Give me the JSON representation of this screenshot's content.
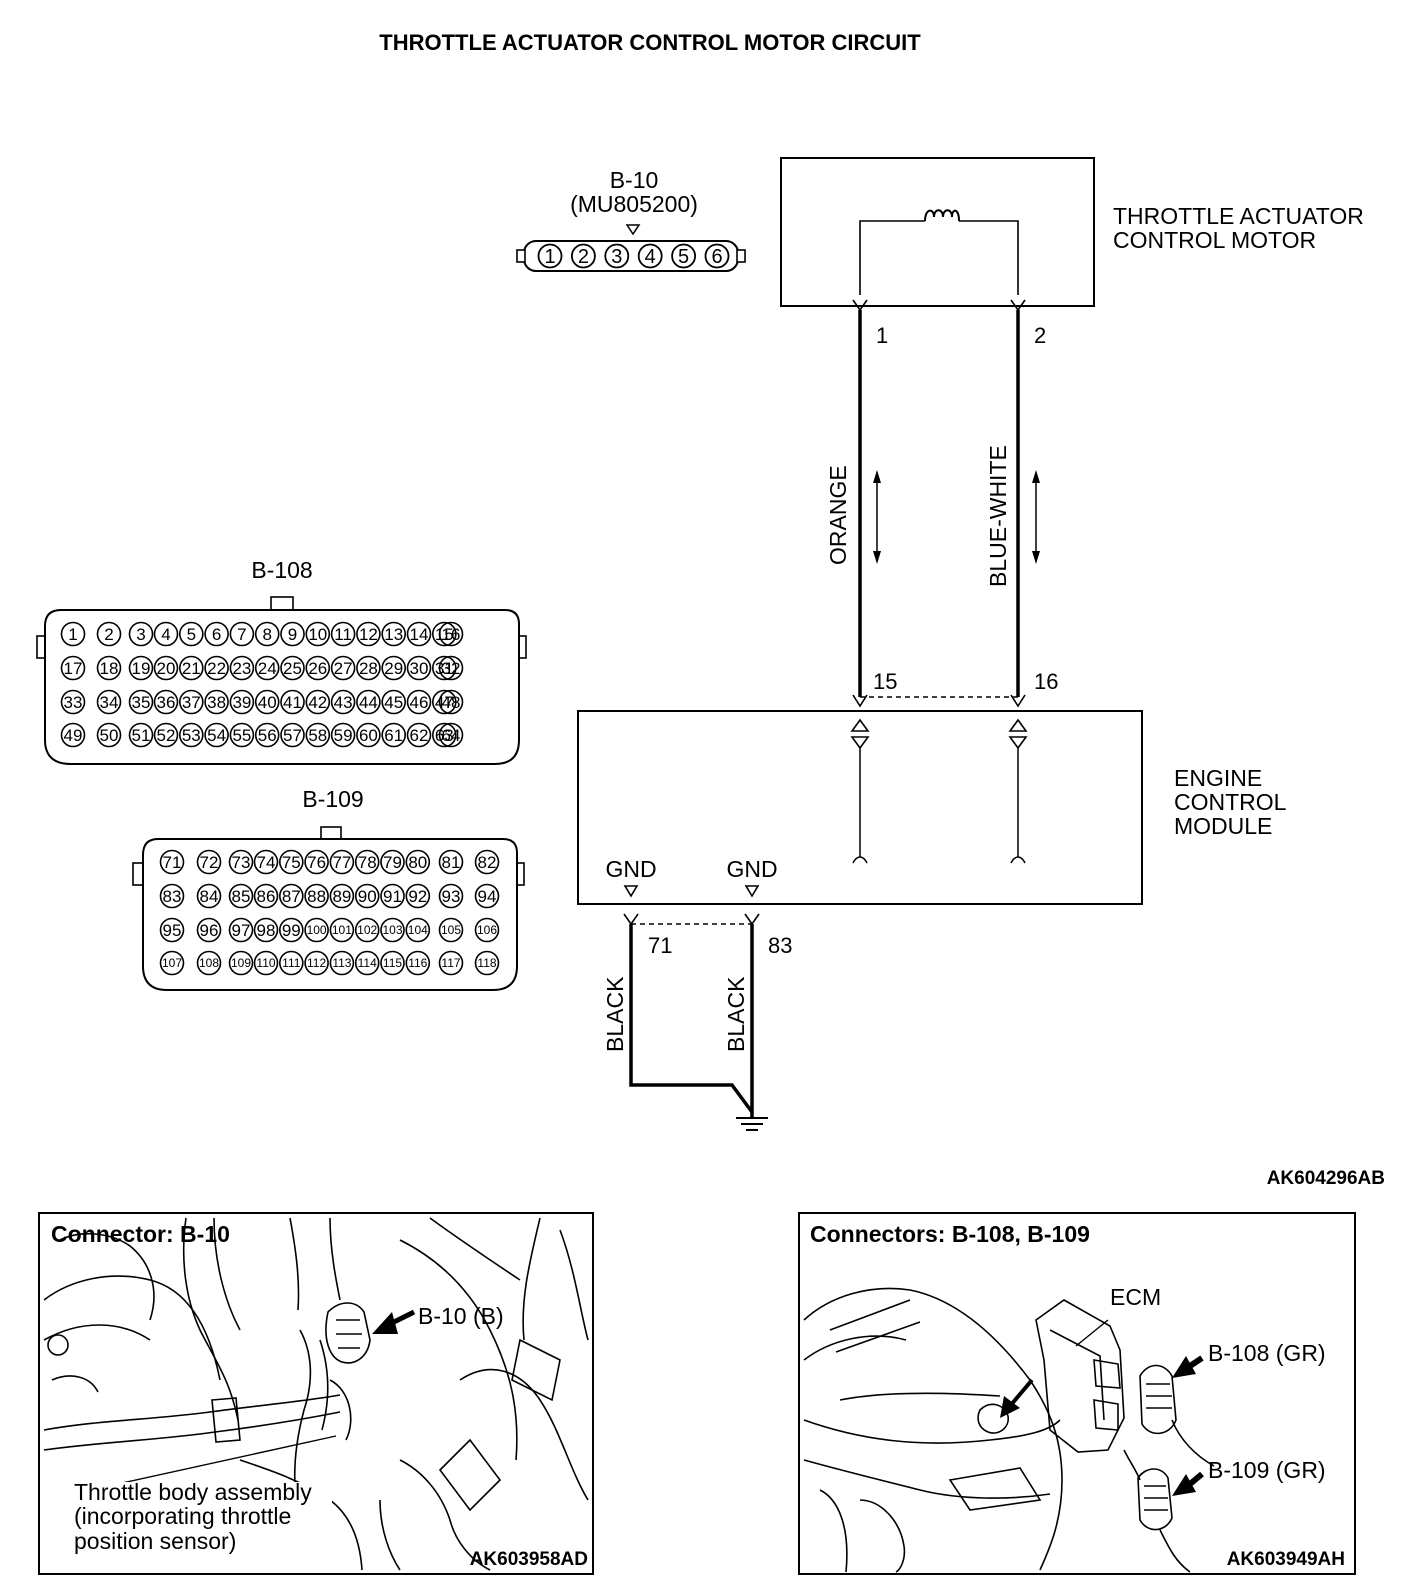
{
  "title": "THROTTLE ACTUATOR CONTROL MOTOR CIRCUIT",
  "connector_b10": {
    "name": "B-10",
    "part": "(MU805200)",
    "pins": [
      "1",
      "2",
      "3",
      "4",
      "5",
      "6"
    ]
  },
  "motor": {
    "label_line1": "THROTTLE ACTUATOR",
    "label_line2": "CONTROL MOTOR",
    "pin_a": "1",
    "pin_b": "2"
  },
  "wires": {
    "left_color": "ORANGE",
    "right_color": "BLUE-WHITE",
    "gnd_left_color": "BLACK",
    "gnd_right_color": "BLACK"
  },
  "ecm": {
    "label_line1": "ENGINE",
    "label_line2": "CONTROL",
    "label_line3": "MODULE",
    "pin_a": "15",
    "pin_b": "16",
    "gnd_a_label": "GND",
    "gnd_b_label": "GND",
    "gnd_pin_a": "71",
    "gnd_pin_b": "83"
  },
  "connector_b108": {
    "name": "B-108",
    "rows": [
      [
        "1",
        "2",
        "3",
        "4",
        "5",
        "6",
        "7",
        "8",
        "9",
        "10",
        "11",
        "12",
        "13",
        "14",
        "15",
        "16"
      ],
      [
        "17",
        "18",
        "19",
        "20",
        "21",
        "22",
        "23",
        "24",
        "25",
        "26",
        "27",
        "28",
        "29",
        "30",
        "31",
        "32"
      ],
      [
        "33",
        "34",
        "35",
        "36",
        "37",
        "38",
        "39",
        "40",
        "41",
        "42",
        "43",
        "44",
        "45",
        "46",
        "47",
        "48"
      ],
      [
        "49",
        "50",
        "51",
        "52",
        "53",
        "54",
        "55",
        "56",
        "57",
        "58",
        "59",
        "60",
        "61",
        "62",
        "63",
        "64"
      ]
    ]
  },
  "connector_b109": {
    "name": "B-109",
    "rows": [
      [
        "71",
        "72",
        "73",
        "74",
        "75",
        "76",
        "77",
        "78",
        "79",
        "80",
        "81",
        "82"
      ],
      [
        "83",
        "84",
        "85",
        "86",
        "87",
        "88",
        "89",
        "90",
        "91",
        "92",
        "93",
        "94"
      ],
      [
        "95",
        "96",
        "97",
        "98",
        "99",
        "100",
        "101",
        "102",
        "103",
        "104",
        "105",
        "106"
      ],
      [
        "107",
        "108",
        "109",
        "110",
        "111",
        "112",
        "113",
        "114",
        "115",
        "116",
        "117",
        "118"
      ]
    ]
  },
  "diagram_ref": "AK604296AB",
  "photo_left": {
    "caption": "Connector: B-10",
    "callout": "B-10 (B)",
    "note_line1": "Throttle body assembly",
    "note_line2": "(incorporating throttle",
    "note_line3": "position sensor)",
    "ref": "AK603958AD"
  },
  "photo_right": {
    "caption": "Connectors: B-108, B-109",
    "ecm_label": "ECM",
    "callout_a": "B-108 (GR)",
    "callout_b": "B-109 (GR)",
    "ref": "AK603949AH"
  }
}
